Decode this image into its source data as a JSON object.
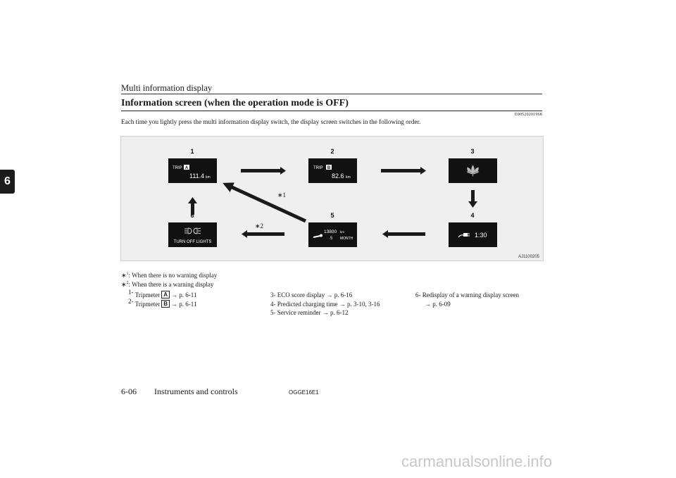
{
  "header": {
    "title": "Multi information display"
  },
  "chapter_tab": "6",
  "section": {
    "title": "Information screen (when the operation mode is OFF)",
    "code": "E00520201968",
    "intro": "Each time you lightly press the multi information display switch, the display screen switches in the following order."
  },
  "figure": {
    "code": "AJ1100205",
    "screens": [
      {
        "num": "1",
        "label": "TRIP",
        "letter": "A",
        "value": "111.4",
        "unit": "km"
      },
      {
        "num": "2",
        "label": "TRIP",
        "letter": "B",
        "value": "82.6",
        "unit": "km"
      },
      {
        "num": "3"
      },
      {
        "num": "4",
        "time": "1:30"
      },
      {
        "num": "5",
        "value": "13800",
        "unit": "km",
        "months": "5",
        "months_unit": "MONTH"
      },
      {
        "num": "6",
        "text": "TURN OFF LIGHTS"
      }
    ],
    "marker_1": "∗1",
    "marker_2": "∗2"
  },
  "notes": {
    "n1_mark": "∗",
    "n1_sup": "1",
    "n1_text": ": When there is no warning display",
    "n2_mark": "∗",
    "n2_sup": "2",
    "n2_text": ": When there is a warning display"
  },
  "list": {
    "i1_num": "1-",
    "i1_pre": "Tripmeter",
    "i1_box": "A",
    "i1_post": "→ p. 6-11",
    "i2_num": "2-",
    "i2_pre": "Tripmeter",
    "i2_box": "B",
    "i2_post": "→ p. 6-11",
    "i3": "3- ECO score display → p. 6-16",
    "i4": "4- Predicted charging time → p. 3-10, 3-16",
    "i5": "5- Service reminder → p. 6-12",
    "i6a": "6- Redisplay of a warning display screen",
    "i6b": "→ p. 6-09"
  },
  "footer": {
    "page": "6-06",
    "section": "Instruments and controls",
    "code": "OGGE16E1"
  },
  "watermark": "carmanualsonline.info"
}
